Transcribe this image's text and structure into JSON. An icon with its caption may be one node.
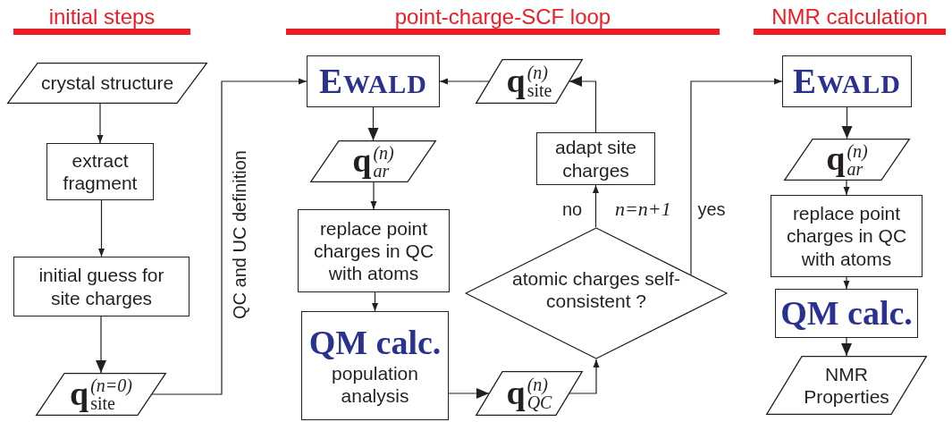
{
  "diagram": {
    "nodes": [
      {
        "text": [
          "crystal structure"
        ]
      },
      {
        "text": [
          "extract fragment"
        ]
      },
      {
        "text": [
          "initial guess for site charges"
        ]
      },
      {
        "text": [
          "**q**$^{(n=0)}$$_{site}$"
        ]
      },
      {
        "text": [
          "EWALD"
        ]
      },
      {
        "text": [
          "**q**$^{(n)}$$_{site}$"
        ]
      },
      {
        "text": [
          "**q**$^{(n)}$$_{ar}$"
        ]
      },
      {
        "text": [
          "adapt site charges"
        ]
      },
      {
        "text": [
          "replace point charges in QC with atoms"
        ]
      },
      {
        "text": [
          "atomic charges self-consistent ?"
        ]
      },
      {
        "text": [
          "QM calc.",
          "population analysis"
        ]
      },
      {
        "text": [
          "**q**$^{(n)}$$_{QC}$"
        ]
      },
      {
        "text": [
          "EWALD"
        ]
      },
      {
        "text": [
          "**q**$^{(n)}$$_{ar}$"
        ]
      },
      {
        "text": [
          "replace point charges in QC with atoms"
        ]
      },
      {
        "text": [
          "QM calc."
        ]
      },
      {
        "text": [
          "NMR Properties"
        ]
      }
    ],
    "edges": [
      {
        "from": 0,
        "to": 1,
        "arrow": "to"
      },
      {
        "from": 1,
        "to": 2,
        "arrow": "to"
      },
      {
        "from": 2,
        "to": 3,
        "arrow": "to"
      },
      {
        "from": 3,
        "to": 4,
        "arrow": "to",
        "label": "QC and UC definition"
      },
      {
        "from": 5,
        "to": 4,
        "arrow": "to"
      },
      {
        "from": 4,
        "to": 6,
        "arrow": "to"
      },
      {
        "from": 6,
        "to": 8,
        "arrow": "to"
      },
      {
        "from": 8,
        "to": 10,
        "arrow": "to"
      },
      {
        "from": 10,
        "to": 11,
        "arrow": "to"
      },
      {
        "from": 11,
        "to": 9,
        "arrow": "to"
      },
      {
        "from": 9,
        "to": 7,
        "arrow": "to",
        "label": "no"
      },
      {
        "from": 7,
        "to": 5,
        "arrow": "to"
      },
      {
        "from": 9,
        "to": 12,
        "arrow": "to",
        "label": "yes"
      },
      {
        "from": 12,
        "to": 13,
        "arrow": "to"
      },
      {
        "from": 13,
        "to": 14,
        "arrow": "to"
      },
      {
        "from": 14,
        "to": 15,
        "arrow": "to"
      },
      {
        "from": 15,
        "to": 16,
        "arrow": "to"
      }
    ],
    "labels": [
      "initial steps",
      "point-charge-SCF loop",
      "NMR calculation",
      "n=n+1"
    ]
  }
}
